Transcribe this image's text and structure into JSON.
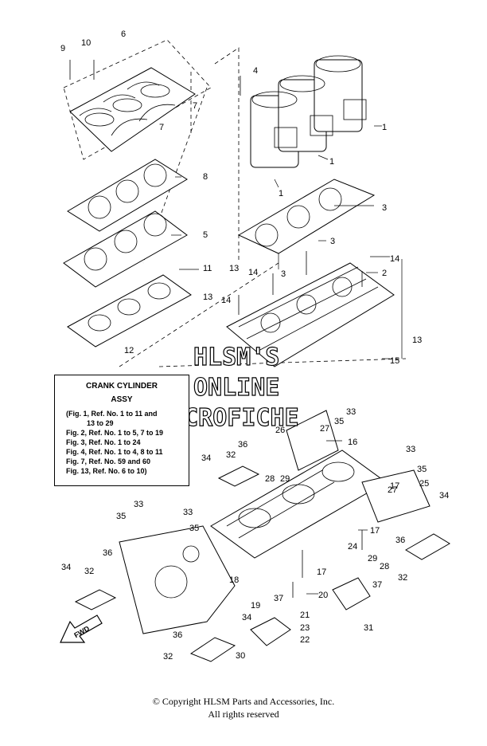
{
  "callouts": [
    "1",
    "1",
    "1",
    "2",
    "3",
    "3",
    "3",
    "4",
    "5",
    "6",
    "7",
    "7",
    "8",
    "9",
    "10",
    "11",
    "12",
    "13",
    "13",
    "13",
    "14",
    "14",
    "14",
    "15",
    "16",
    "17",
    "17",
    "17",
    "18",
    "19",
    "20",
    "21",
    "22",
    "23",
    "24",
    "25",
    "26",
    "27",
    "27",
    "28",
    "28",
    "29",
    "29",
    "30",
    "31",
    "32",
    "32",
    "32",
    "32",
    "33",
    "33",
    "33",
    "33",
    "34",
    "34",
    "34",
    "34",
    "35",
    "35",
    "35",
    "35",
    "36",
    "36",
    "36",
    "36",
    "37",
    "37"
  ],
  "note": {
    "title": "CRANK CYLINDER",
    "subtitle": "ASSY",
    "lines": [
      "(Fig. 1, Ref. No. 1 to 11 and",
      "13 to 29",
      "Fig. 2, Ref. No. 1 to 5, 7 to 19",
      "Fig. 3, Ref. No. 1 to 24",
      "Fig. 4, Ref. No. 1 to 4, 8 to 11",
      "Fig. 7, Ref. No. 59 and 60",
      "Fig. 13, Ref. No. 6 to 10)"
    ]
  },
  "watermark": {
    "line1": "HLSM'S",
    "line2": "ONLINE",
    "line3": "MICROFICHE"
  },
  "fwd_label": "FWD",
  "copyright": {
    "line1": "© Copyright HLSM Parts and Accessories, Inc.",
    "line2": "All rights reserved"
  }
}
